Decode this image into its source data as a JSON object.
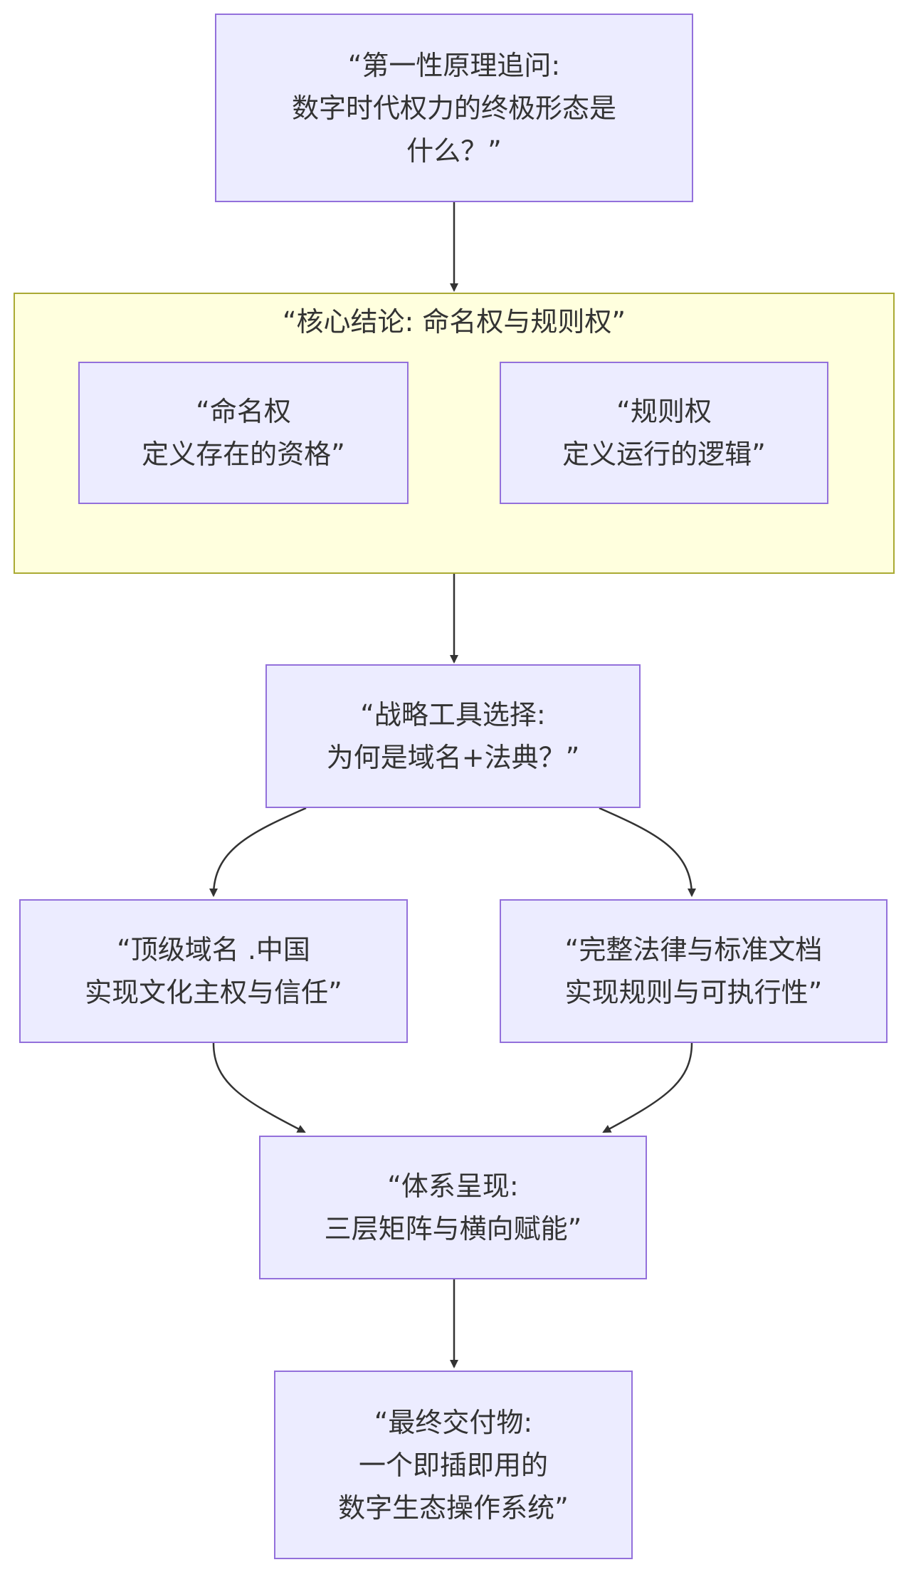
{
  "nodes": {
    "question": [
      "“第一性原理追问:",
      "数字时代权力的终极形态是",
      "什么？”"
    ],
    "naming": [
      "“命名权",
      "定义存在的资格”"
    ],
    "rules": [
      "“规则权",
      "定义运行的逻辑”"
    ],
    "strategy": [
      "“战略工具选择:",
      "为何是域名+法典？”"
    ],
    "domain": [
      "“顶级域名 .中国",
      "实现文化主权与信任”"
    ],
    "law": [
      "“完整法律与标准文档",
      "实现规则与可执行性”"
    ],
    "system": [
      "“体系呈现:",
      "三层矩阵与横向赋能”"
    ],
    "deliverable": [
      "“最终交付物:",
      "一个即插即用的",
      "数字生态操作系统”"
    ]
  },
  "cluster": {
    "title": "“核心结论: 命名权与规则权”"
  },
  "edges": [
    {
      "from": "question",
      "to": "core-cluster"
    },
    {
      "from": "core-cluster",
      "to": "strategy"
    },
    {
      "from": "strategy",
      "to": "domain"
    },
    {
      "from": "strategy",
      "to": "law"
    },
    {
      "from": "domain",
      "to": "system"
    },
    {
      "from": "law",
      "to": "system"
    },
    {
      "from": "system",
      "to": "deliverable"
    }
  ],
  "colors": {
    "node_fill": "#ececff",
    "node_border": "#9370db",
    "cluster_fill": "#ffffde",
    "cluster_border": "#aaaa33",
    "edge": "#333333",
    "text": "#333333"
  }
}
